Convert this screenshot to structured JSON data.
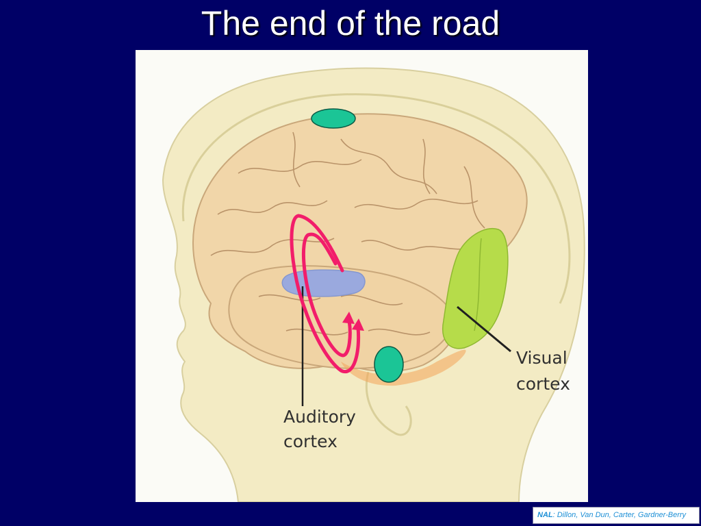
{
  "slide": {
    "title": "The end of the road"
  },
  "diagram": {
    "labels": {
      "auditory_line1": "Auditory",
      "auditory_line2": "cortex",
      "visual_line1": "Visual",
      "visual_line2": "cortex"
    },
    "colors": {
      "brain": "#f1d6a9",
      "skull": "#f3ebc4",
      "auditory_region": "#9aa9de",
      "visual_region": "#b6dc4a",
      "arrow": "#f21d6a",
      "marker": "#1bc596"
    },
    "marker_count": 2,
    "arrow_count": 2
  },
  "credit": {
    "org": "NAL",
    "separator": ":",
    "authors": " Dillon, Van Dun, Carter, Gardner-Berry"
  },
  "colors": {
    "slide_background": "#000066",
    "title_text": "#ffffff",
    "credit_text": "#1d8fd6"
  }
}
